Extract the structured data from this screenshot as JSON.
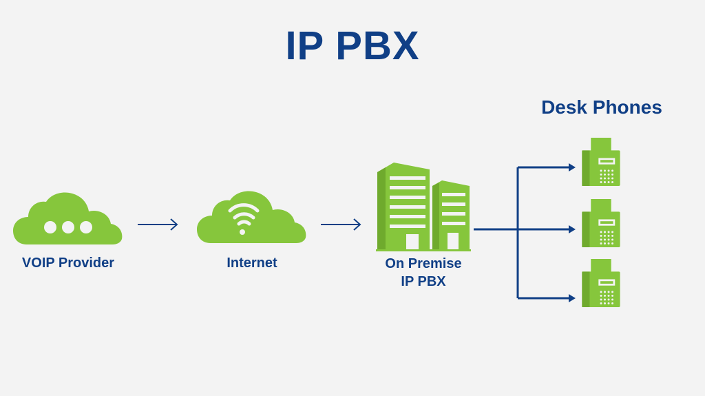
{
  "title": "IP PBX",
  "nodes": {
    "voip_provider": {
      "label": "VOIP Provider",
      "icon": "cloud-dots-icon"
    },
    "internet": {
      "label": "Internet",
      "icon": "cloud-wifi-icon"
    },
    "on_premise": {
      "label_line1": "On Premise",
      "label_line2": "IP PBX",
      "icon": "buildings-icon"
    },
    "desk_phones": {
      "title": "Desk Phones",
      "icon": "desk-phone-icon",
      "count": 3
    }
  },
  "colors": {
    "primary": "#103f86",
    "accent": "#86c63c",
    "background": "#f3f3f3"
  }
}
